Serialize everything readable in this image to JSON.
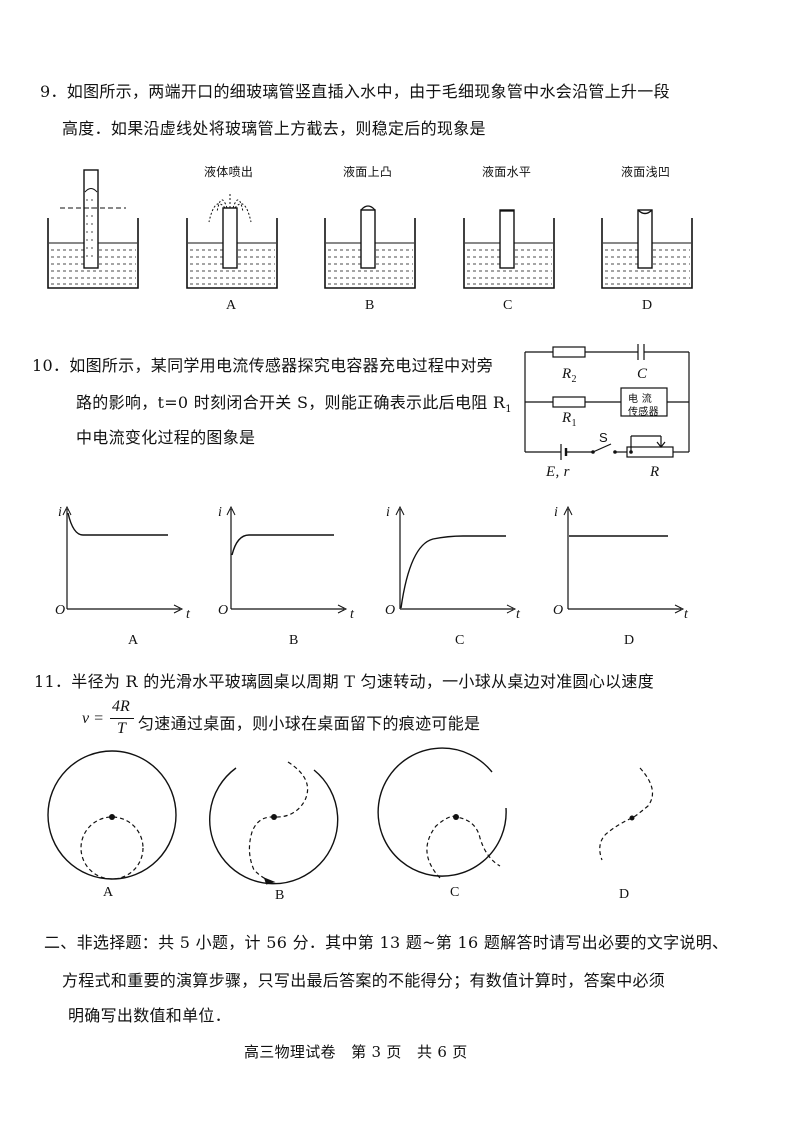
{
  "q9": {
    "number": "9．",
    "line1": "如图所示，两端开口的细玻璃管竖直插入水中，由于毛细现象管中水会沿管上升一段",
    "line2": "高度．如果沿虚线处将玻璃管上方截去，则稳定后的现象是",
    "captions": [
      "液体喷出",
      "液面上凸",
      "液面水平",
      "液面浅凹"
    ],
    "options": [
      "A",
      "B",
      "C",
      "D"
    ]
  },
  "q10": {
    "number": "10．",
    "line1": "如图所示，某同学用电流传感器探究电容器充电过程中对旁",
    "line2": "路的影响，t=0 时刻闭合开关 S，则能正确表示此后电阻 R",
    "line2_sub": "1",
    "line3": "中电流变化过程的图象是",
    "circuit": {
      "r2": "R",
      "r2_sub": "2",
      "c": "C",
      "r1": "R",
      "r1_sub": "1",
      "sensor_line1": "电  流",
      "sensor_line2": "传感器",
      "switch": "S",
      "battery": "E, r",
      "rheostat": "R"
    },
    "graph_axis_y": "i",
    "graph_axis_x": "t",
    "graph_origin": "O",
    "options": [
      "A",
      "B",
      "C",
      "D"
    ]
  },
  "q11": {
    "number": "11．",
    "line1": "半径为 R 的光滑水平玻璃圆桌以周期 T 匀速转动，一小球从桌边对准圆心以速度",
    "v_prefix": "v =",
    "frac_num": "4R",
    "frac_den": "T",
    "line2": "匀速通过桌面，则小球在桌面留下的痕迹可能是",
    "options": [
      "A",
      "B",
      "C",
      "D"
    ]
  },
  "section2": {
    "line1": "二、非选择题：共 5 小题，计 56 分．其中第 13 题~第 16 题解答时请写出必要的文字说明、",
    "line2": "方程式和重要的演算步骤，只写出最后答案的不能得分；有数值计算时，答案中必须",
    "line3": "明确写出数值和单位．"
  },
  "footer": "高三物理试卷　第 3 页　共 6 页"
}
